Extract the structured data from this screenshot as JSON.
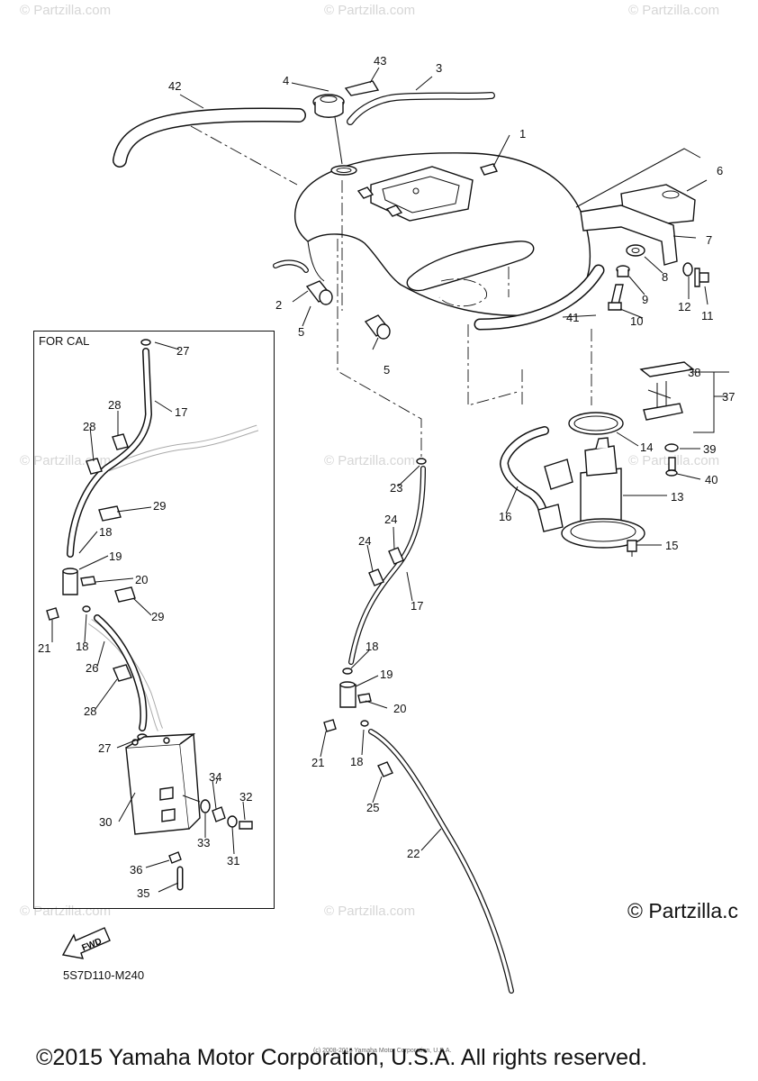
{
  "frame_label": "FOR CAL",
  "diagram_code": "5S7D110-M240",
  "fwd_label": "FWD",
  "watermark": "© Partzilla.com",
  "partzilla_mark": "© Partzilla.c",
  "copyright": "©2015 Yamaha Motor Corporation, U.S.A. All rights reserved.",
  "fine_print": "(c) 2008-2016 Yamaha Motor Corporation, U.S.A.",
  "callouts": [
    "1",
    "2",
    "3",
    "4",
    "5",
    "5",
    "6",
    "7",
    "8",
    "9",
    "10",
    "11",
    "12",
    "13",
    "14",
    "15",
    "16",
    "17",
    "17",
    "18",
    "18",
    "18",
    "18",
    "19",
    "19",
    "20",
    "20",
    "21",
    "21",
    "22",
    "23",
    "24",
    "24",
    "25",
    "26",
    "27",
    "27",
    "28",
    "28",
    "28",
    "29",
    "29",
    "30",
    "31",
    "32",
    "33",
    "34",
    "35",
    "36",
    "37",
    "38",
    "39",
    "40",
    "41",
    "42",
    "43"
  ]
}
